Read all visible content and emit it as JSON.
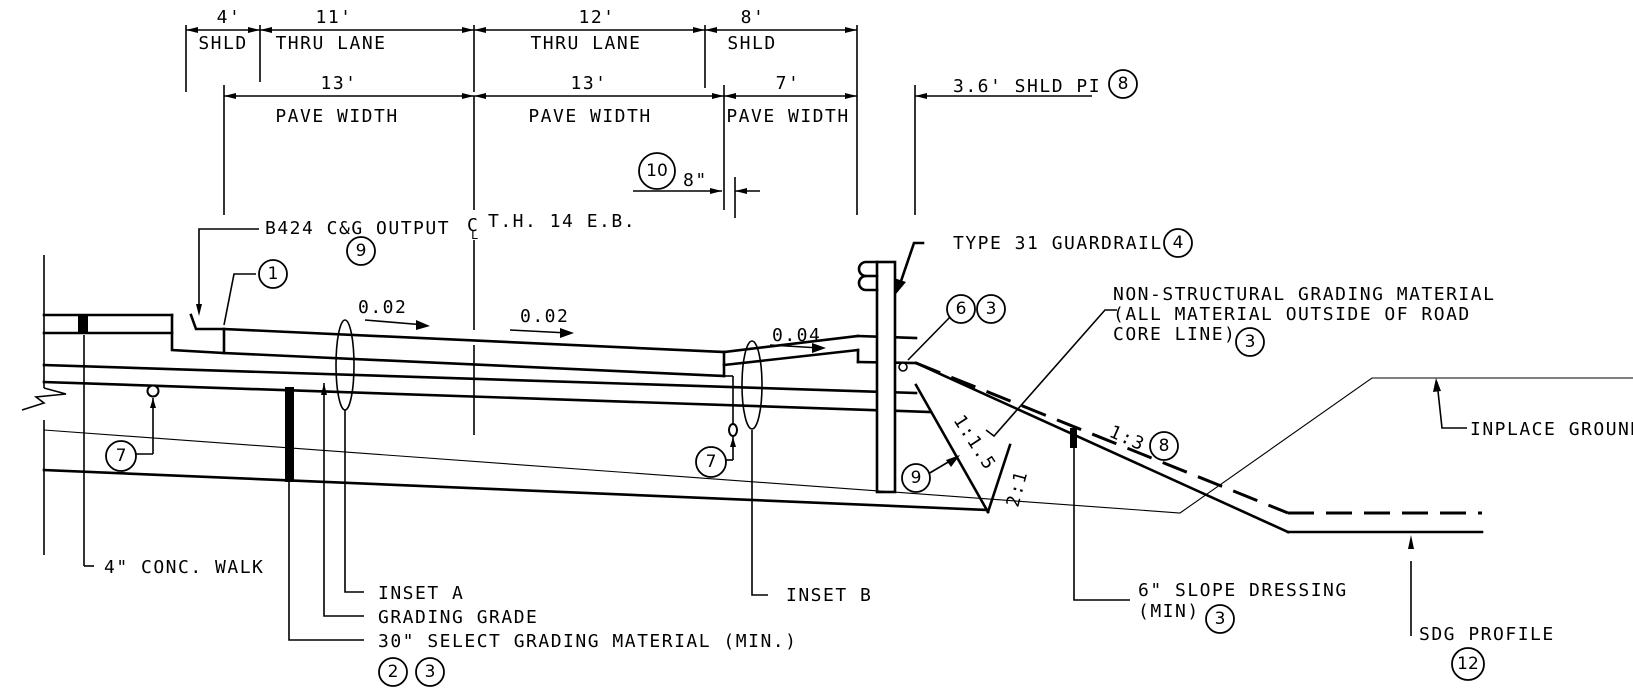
{
  "dimensions": {
    "d1": {
      "value": "4'",
      "label": "SHLD"
    },
    "d2": {
      "value": "11'",
      "label": "THRU LANE"
    },
    "d3": {
      "value": "12'",
      "label": "THRU LANE"
    },
    "d4": {
      "value": "8'",
      "label": "SHLD"
    },
    "p1": {
      "value": "13'",
      "label": "PAVE WIDTH"
    },
    "p2": {
      "value": "13'",
      "label": "PAVE WIDTH"
    },
    "p3": {
      "value": "7'",
      "label": "PAVE WIDTH"
    },
    "shld_pi": "3.6' SHLD PI",
    "eight_in": "8\""
  },
  "slopes": {
    "s1": "0.02",
    "s2": "0.02",
    "s3": "0.04",
    "s4": "1:1.5",
    "s5": "1:3",
    "s6": "2:1"
  },
  "labels": {
    "cg_output": "B424 C&G OUTPUT",
    "centerline_symbol": "C",
    "centerline_sub": "L",
    "road": "T.H. 14 E.B.",
    "guardrail": "TYPE 31 GUARDRAIL",
    "nsgm_1": "NON-STRUCTURAL GRADING MATERIAL",
    "nsgm_2": "(ALL MATERIAL OUTSIDE OF ROAD",
    "nsgm_3": "CORE LINE)",
    "inplace_ground": "INPLACE GROUND",
    "conc_walk": "4\" CONC. WALK",
    "inset_a": "INSET A",
    "grading_grade": "GRADING GRADE",
    "select_grading": "30\" SELECT GRADING MATERIAL (MIN.)",
    "inset_b": "INSET B",
    "slope_dressing_1": "6\" SLOPE DRESSING",
    "slope_dressing_2": "(MIN)",
    "sdg_profile": "SDG PROFILE"
  },
  "callouts": {
    "c1": "1",
    "c2": "2",
    "c3": "3",
    "c3b": "3",
    "c3c": "3",
    "c3d": "3",
    "c4": "4",
    "c6": "6",
    "c7a": "7",
    "c7b": "7",
    "c8a": "8",
    "c8b": "8",
    "c9a": "9",
    "c9b": "9",
    "c10": "10",
    "c12": "12"
  }
}
